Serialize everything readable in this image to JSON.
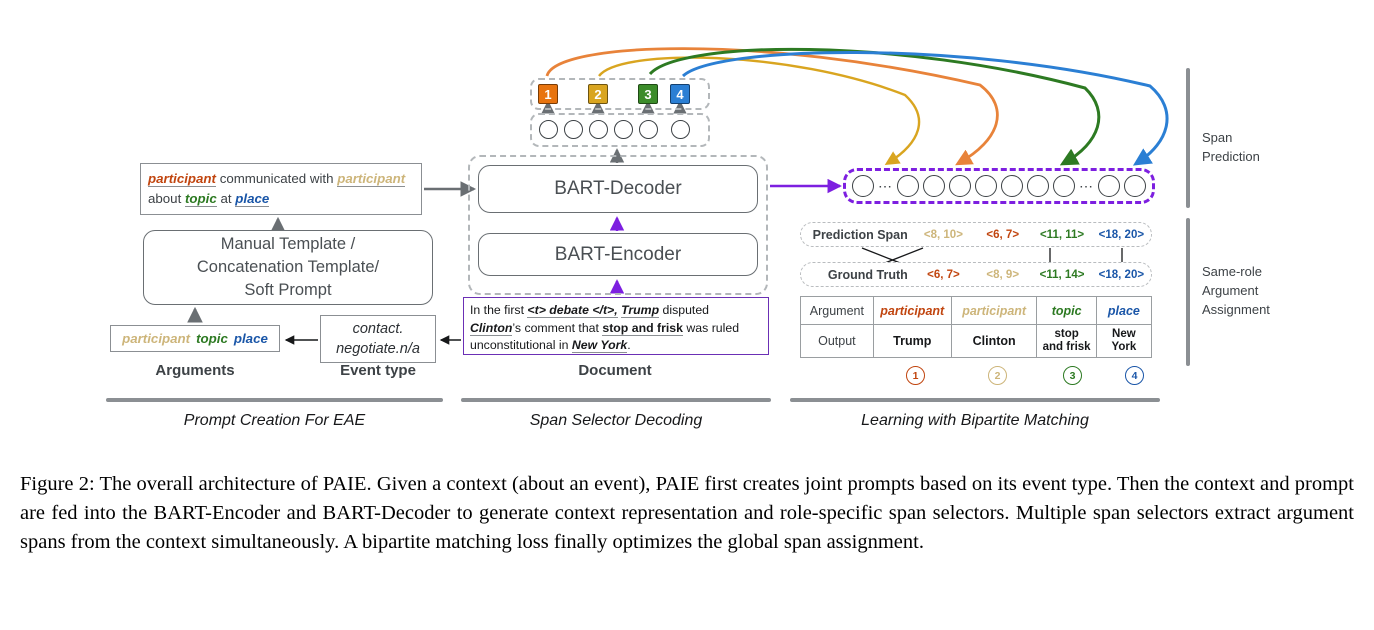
{
  "figure": {
    "caption": "Figure 2: The overall architecture of PAIE. Given a context (about an event), PAIE first creates joint prompts based on its event type.  Then the context and prompt are fed into the BART-Encoder and BART-Decoder to generate context representation and role-specific span selectors.  Multiple span selectors extract argument spans from the context simultaneously. A bipartite matching loss finally optimizes the global span assignment."
  },
  "colors": {
    "participant_1": "#c1450f",
    "participant_2": "#cdb57a",
    "topic": "#2d7a22",
    "place": "#1a56a8",
    "arrow_orange": "#e8833a",
    "arrow_gold": "#d9a520",
    "arrow_green": "#2d7a22",
    "arrow_blue": "#2b7fd4",
    "purple": "#7d1fe0"
  },
  "prompt_box": {
    "line1_role_a": "participant",
    "line1_mid": "communicated with",
    "line1_role_b": "participant",
    "line2_pre": "about",
    "line2_role_c": "topic",
    "line2_mid": "at",
    "line2_role_d": "place"
  },
  "template_box": {
    "line1": "Manual Template /",
    "line2": "Concatenation Template/",
    "line3": "Soft Prompt"
  },
  "arguments_box": {
    "role_a": "participant",
    "role_b": "topic",
    "role_c": "place"
  },
  "event_type_box": {
    "line1": "contact.",
    "line2": "negotiate.n/a"
  },
  "document_box": {
    "t1": "In the first",
    "t2": "<t> debate </t>,",
    "t3": "Trump",
    "t4": "disputed",
    "t5": "Clinton",
    "t5b": "’s",
    "t6": "comment that",
    "t7": "stop and frisk",
    "t8": "was ruled unconstitutional  in",
    "t9": "New York",
    "t10": "."
  },
  "labels": {
    "arguments": "Arguments",
    "event_type": "Event type",
    "document": "Document"
  },
  "models": {
    "decoder": "BART-Decoder",
    "encoder": "BART-Encoder"
  },
  "selector_boxes": [
    {
      "num": "1",
      "class": "nb1"
    },
    {
      "num": "2",
      "class": "nb2"
    },
    {
      "num": "3",
      "class": "nb3"
    },
    {
      "num": "4",
      "class": "nb4"
    }
  ],
  "bipartite": {
    "prediction_label": "Prediction Span",
    "ground_truth_label": "Ground Truth",
    "prediction_spans": [
      "<8, 10>",
      "<6, 7>",
      "<11, 11>",
      "<18, 20>"
    ],
    "ground_truth_spans": [
      "<6, 7>",
      "<8, 9>",
      "<11, 14>",
      "<18, 20>"
    ],
    "prediction_colors": [
      "#cdb57a",
      "#c1450f",
      "#2d7a22",
      "#1a56a8"
    ],
    "ground_truth_colors": [
      "#c1450f",
      "#cdb57a",
      "#2d7a22",
      "#1a56a8"
    ]
  },
  "table": {
    "row_header_1": "Argument",
    "row_header_2": "Output",
    "arguments": [
      "participant",
      "participant",
      "topic",
      "place"
    ],
    "outputs_line1": [
      "Trump",
      "Clinton",
      "stop",
      "New"
    ],
    "outputs_line2": [
      "",
      "",
      "and frisk",
      "York"
    ],
    "markers": [
      "1",
      "2",
      "3",
      "4"
    ]
  },
  "stage_labels": {
    "span_prediction_l1": "Span",
    "span_prediction_l2": "Prediction",
    "same_role_l1": "Same-role",
    "same_role_l2": "Argument",
    "same_role_l3": "Assignment"
  },
  "sections": [
    {
      "name": "Prompt Creation For EAE"
    },
    {
      "name": "Span Selector Decoding"
    },
    {
      "name": "Learning with Bipartite Matching"
    }
  ]
}
